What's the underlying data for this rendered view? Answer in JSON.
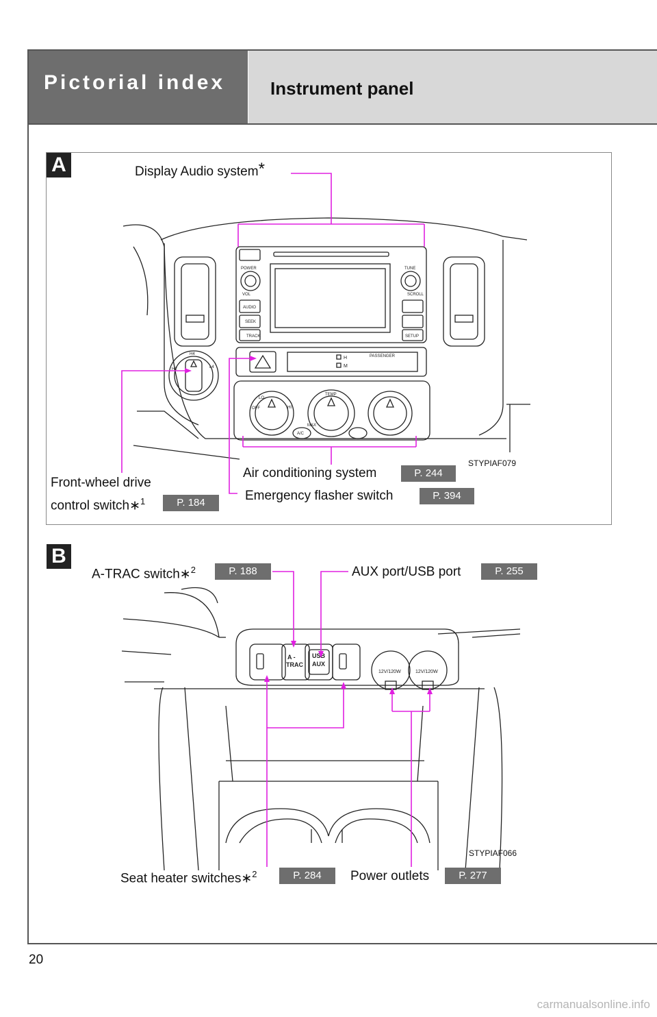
{
  "header": {
    "section": "Pictorial index",
    "title": "Instrument panel"
  },
  "section_a": {
    "badge": "A",
    "display_audio": "Display Audio system",
    "display_audio_mark": "*",
    "front_wheel_line1": "Front-wheel drive",
    "front_wheel_line2": "control switch",
    "front_wheel_mark": "∗",
    "front_wheel_note": "1",
    "front_wheel_page": "P. 184",
    "air_conditioning": "Air conditioning system",
    "air_conditioning_page": "P. 244",
    "emergency_flasher": "Emergency flasher switch",
    "emergency_flasher_page": "P. 394",
    "figure_code": "STYPIAF079",
    "panel_text": {
      "power": "POWER",
      "vol": "VOL",
      "audio": "AUDIO",
      "seek": "SEEK",
      "track": "TRACK",
      "tune": "TUNE",
      "scroll": "SCROLL",
      "setup": "SETUP",
      "passenger": "PASSENGER",
      "h": "H",
      "m": "M",
      "off": "OFF",
      "lo": "LO",
      "hi": "HI",
      "temp": "TEMP",
      "max": "MAX",
      "ac": "A/C",
      "h4": "H4",
      "l4": "L4",
      "h2": "H2"
    }
  },
  "section_b": {
    "badge": "B",
    "atrac": "A-TRAC switch",
    "atrac_mark": "∗",
    "atrac_note": "2",
    "atrac_page": "P. 188",
    "aux_usb": "AUX port/USB port",
    "aux_usb_page": "P. 255",
    "seat_heater": "Seat heater switches",
    "seat_heater_mark": "∗",
    "seat_heater_note": "2",
    "seat_heater_page": "P. 284",
    "power_outlets": "Power outlets",
    "power_outlets_page": "P. 277",
    "figure_code": "STYPIAF066",
    "panel_text": {
      "atrac_a": "A -",
      "atrac_b": "TRAC",
      "usb": "USB",
      "aux": "AUX",
      "outlet": "12V/120W"
    }
  },
  "page_number": "20",
  "watermark": "carmanualsonline.info",
  "colors": {
    "callout": "#e020e0",
    "tab_dark": "#6e6e6e",
    "tab_light": "#d8d8d8"
  }
}
